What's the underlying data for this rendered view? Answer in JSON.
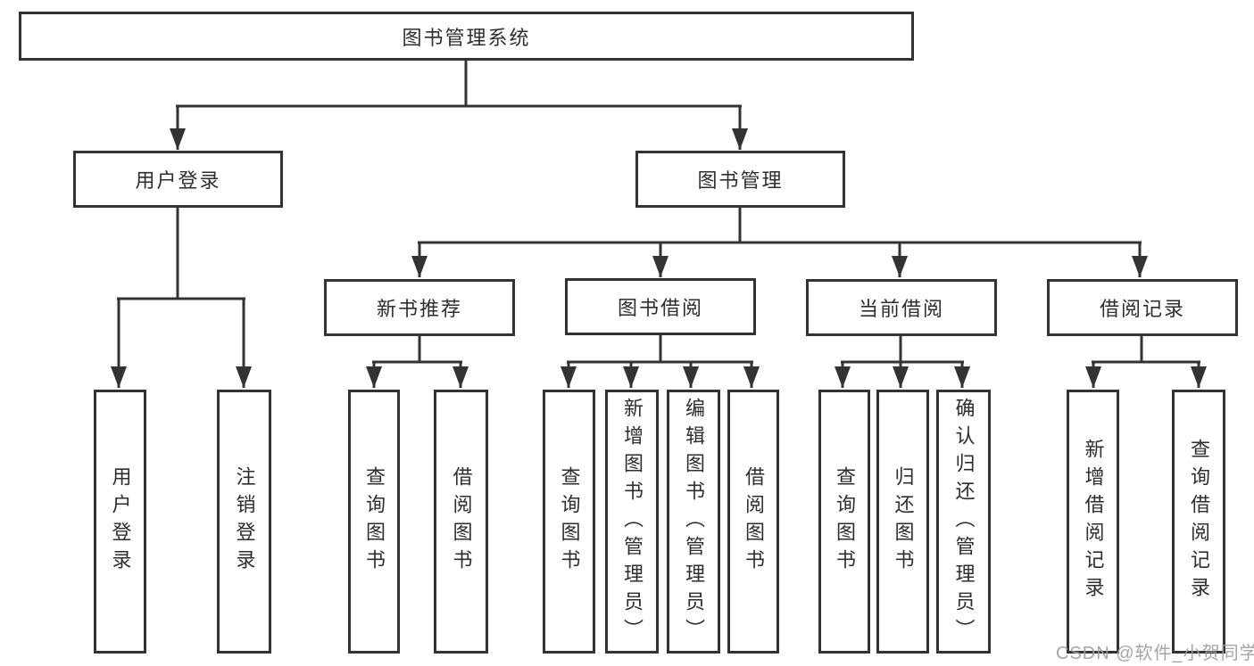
{
  "title": "图书管理系统",
  "branches": {
    "login": {
      "label": "用户登录",
      "children": [
        "用户登录",
        "注销登录"
      ]
    },
    "management": {
      "label": "图书管理",
      "sections": [
        {
          "label": "新书推荐",
          "children": [
            "查询图书",
            "借阅图书"
          ]
        },
        {
          "label": "图书借阅",
          "children": [
            "查询图书",
            "新增图书（管理员）",
            "编辑图书（管理员）",
            "借阅图书"
          ]
        },
        {
          "label": "当前借阅",
          "children": [
            "查询图书",
            "归还图书",
            "确认归还（管理员）"
          ]
        },
        {
          "label": "借阅记录",
          "children": [
            "新增借阅记录",
            "查询借阅记录"
          ]
        }
      ]
    }
  },
  "watermark": "CSDN @软件_小贺同学",
  "colors": {
    "line": "#333333",
    "box_border": "#333333",
    "text": "#2e2e2e",
    "watermark": "#9e9e9e",
    "background": "#ffffff"
  }
}
